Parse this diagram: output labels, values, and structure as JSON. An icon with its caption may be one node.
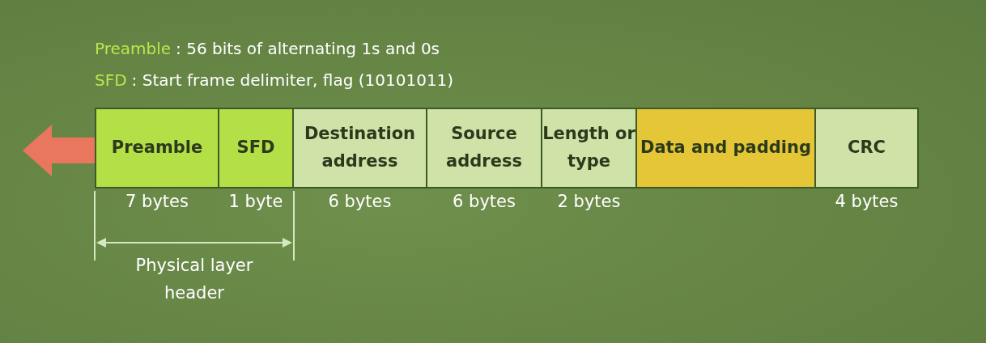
{
  "diagram": {
    "nodes": [
      {
        "text": [
          "Preamble"
        ],
        "beside": [
          "7 bytes"
        ]
      },
      {
        "text": [
          "SFD"
        ],
        "beside": [
          "1 byte"
        ]
      },
      {
        "text": [
          "Destination address"
        ],
        "beside": [
          "6 bytes"
        ]
      },
      {
        "text": [
          "Source address"
        ],
        "beside": [
          "6 bytes"
        ]
      },
      {
        "text": [
          "Length or type"
        ],
        "beside": [
          "2 bytes"
        ]
      },
      {
        "text": [
          "Data and padding"
        ]
      },
      {
        "text": [
          "CRC"
        ],
        "beside": [
          "4 bytes"
        ]
      }
    ],
    "labels": [
      "Preamble",
      ": 56 bits of alternating 1s and 0s",
      "SFD",
      ": Start frame delimiter, flag (10101011)",
      "Physical layer header"
    ]
  }
}
